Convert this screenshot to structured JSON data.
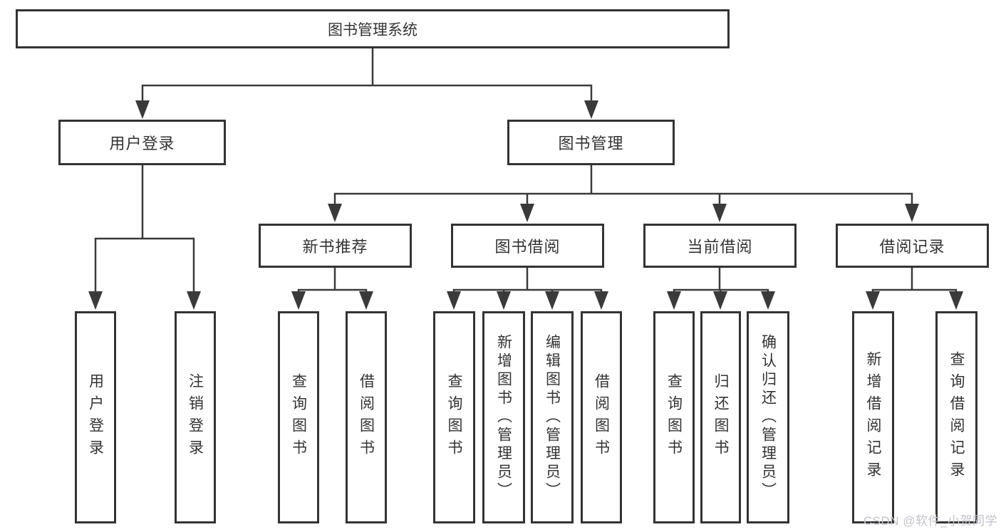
{
  "colors": {
    "box_border": "#333333",
    "box_fill": "#ffffff",
    "connector_line": "#3a3a3a",
    "text": "#333333",
    "watermark_text": "#c2c2ca",
    "background": "#ffffff"
  },
  "watermark": {
    "text": "CSDN @软件_小贺同学"
  },
  "tree": {
    "root": {
      "label": "图书管理系统"
    },
    "branches": [
      {
        "label": "用户登录",
        "children": [
          {
            "label": "用户登录"
          },
          {
            "label": "注销登录"
          }
        ]
      },
      {
        "label": "图书管理",
        "modules": [
          {
            "label": "新书推荐",
            "children": [
              {
                "label": "查询图书"
              },
              {
                "label": "借阅图书"
              }
            ]
          },
          {
            "label": "图书借阅",
            "children": [
              {
                "label": "查询图书"
              },
              {
                "label": "新增图书（管理员）"
              },
              {
                "label": "编辑图书（管理员）"
              },
              {
                "label": "借阅图书"
              }
            ]
          },
          {
            "label": "当前借阅",
            "children": [
              {
                "label": "查询图书"
              },
              {
                "label": "归还图书"
              },
              {
                "label": "确认归还（管理员）"
              }
            ]
          },
          {
            "label": "借阅记录",
            "children": [
              {
                "label": "新增借阅记录"
              },
              {
                "label": "查询借阅记录"
              }
            ]
          }
        ]
      }
    ]
  }
}
